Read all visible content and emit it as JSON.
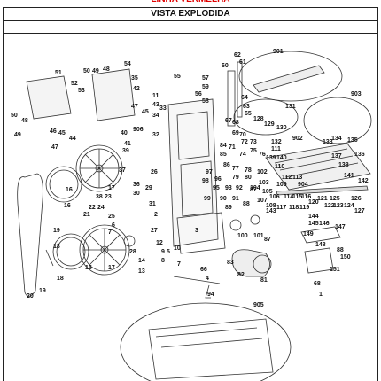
{
  "header": {
    "red_title": "LINHA VERMELHA",
    "title": "VISTA EXPLODIDA"
  },
  "callouts": {
    "901": "901",
    "903": "903",
    "905": "905",
    "906": "906",
    "902": "902",
    "904": "904",
    "51": "51",
    "48": "48",
    "54": "54",
    "50": "50",
    "49": "49",
    "53": "53",
    "52": "52",
    "55": "55",
    "57": "57",
    "59": "59",
    "56": "56",
    "58": "58",
    "60": "60",
    "62": "62",
    "61": "61",
    "63": "63",
    "64": "64",
    "65": "65",
    "66": "66",
    "67": "67",
    "68": "68",
    "69": "69",
    "70": "70",
    "71": "71",
    "72": "72",
    "73": "73",
    "74": "74",
    "75": "75",
    "76": "76",
    "77": "77",
    "78": "78",
    "79": "79",
    "80": "80",
    "81": "81",
    "82": "82",
    "83": "83",
    "84": "84",
    "85": "85",
    "86": "86",
    "87": "87",
    "88": "88",
    "89": "89",
    "90": "90",
    "91": "91",
    "92": "92",
    "93": "93",
    "94": "94",
    "95": "95",
    "96": "96",
    "97": "97",
    "98": "98",
    "99": "99",
    "100": "100",
    "101": "101",
    "102": "102",
    "103": "103",
    "104": "104",
    "105": "105",
    "106": "106",
    "107": "107",
    "108": "108",
    "109": "109",
    "110": "110",
    "111": "111",
    "112": "112",
    "113": "113",
    "114": "114",
    "115": "115",
    "116": "116",
    "117": "117",
    "118": "118",
    "119": "119",
    "120": "120",
    "121": "121",
    "122": "122",
    "123": "123",
    "124": "124",
    "125": "125",
    "126": "126",
    "127": "127",
    "128": "128",
    "129": "129",
    "130": "130",
    "131": "131",
    "132": "132",
    "133": "133",
    "134": "134",
    "135": "135",
    "136": "136",
    "137": "137",
    "138": "138",
    "139": "139",
    "140": "140",
    "141": "141",
    "142": "142",
    "143": "143",
    "144": "144",
    "145": "145",
    "146": "146",
    "147": "147",
    "148": "148",
    "149": "149",
    "150": "150",
    "151": "151",
    "1": "1",
    "2": "2",
    "3": "3",
    "4": "4",
    "5": "5",
    "6": "6",
    "7": "7",
    "8": "8",
    "9": "9",
    "10": "10",
    "11": "11",
    "12": "12",
    "13": "13",
    "14": "14",
    "15": "15",
    "16": "16",
    "17": "17",
    "18": "18",
    "19": "19",
    "20": "20",
    "21": "21",
    "22": "22",
    "23": "23",
    "24": "24",
    "25": "25",
    "26": "26",
    "27": "27",
    "28": "28",
    "29": "29",
    "30": "30",
    "31": "31",
    "32": "32",
    "33": "33",
    "34": "34",
    "35": "35",
    "36": "36",
    "37": "37",
    "38": "38",
    "39": "39",
    "40": "40",
    "41": "41",
    "42": "42",
    "43": "43",
    "44": "44",
    "45": "45",
    "46": "46",
    "47": "47"
  }
}
